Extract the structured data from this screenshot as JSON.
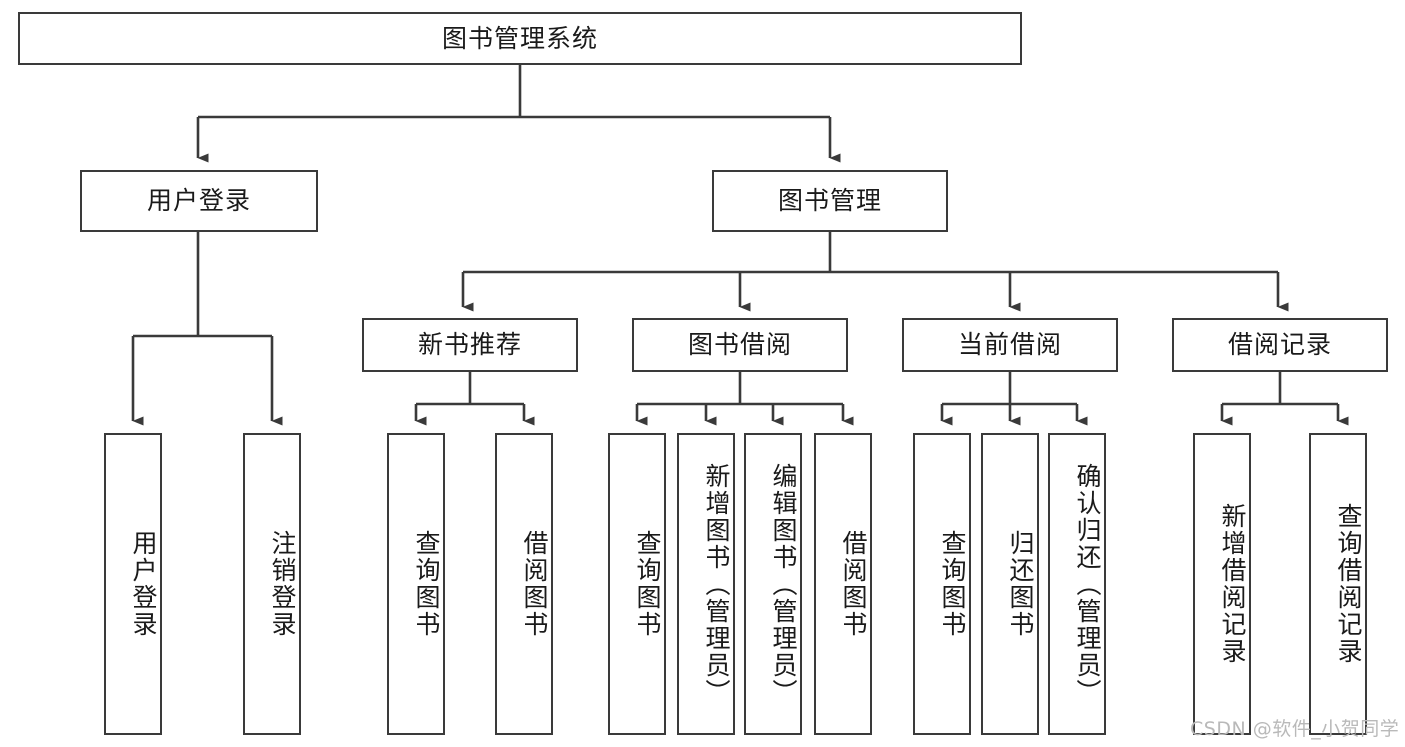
{
  "diagram": {
    "type": "tree-hierarchy",
    "title": "图书管理系统",
    "watermark": "CSDN @软件_小贺同学",
    "colors": {
      "border": "#3a3a3a",
      "background": "#ffffff",
      "text": "#1a1a1a",
      "connector": "#3a3a3a",
      "watermark": "#b9b9b9"
    },
    "levels": {
      "root": {
        "label": "图书管理系统"
      },
      "level2": [
        {
          "label": "用户登录"
        },
        {
          "label": "图书管理"
        }
      ],
      "level3": [
        {
          "label": "新书推荐"
        },
        {
          "label": "图书借阅"
        },
        {
          "label": "当前借阅"
        },
        {
          "label": "借阅记录"
        }
      ],
      "leaves": [
        {
          "label": "用户登录",
          "parent": "用户登录"
        },
        {
          "label": "注销登录",
          "parent": "用户登录"
        },
        {
          "label": "查询图书",
          "parent": "新书推荐"
        },
        {
          "label": "借阅图书",
          "parent": "新书推荐"
        },
        {
          "label": "查询图书",
          "parent": "图书借阅"
        },
        {
          "label": "新增图书（管理员）",
          "parent": "图书借阅"
        },
        {
          "label": "编辑图书（管理员）",
          "parent": "图书借阅"
        },
        {
          "label": "借阅图书",
          "parent": "图书借阅"
        },
        {
          "label": "查询图书",
          "parent": "当前借阅"
        },
        {
          "label": "归还图书",
          "parent": "当前借阅"
        },
        {
          "label": "确认归还（管理员）",
          "parent": "当前借阅"
        },
        {
          "label": "新增借阅记录",
          "parent": "借阅记录"
        },
        {
          "label": "查询借阅记录",
          "parent": "借阅记录"
        }
      ]
    }
  }
}
